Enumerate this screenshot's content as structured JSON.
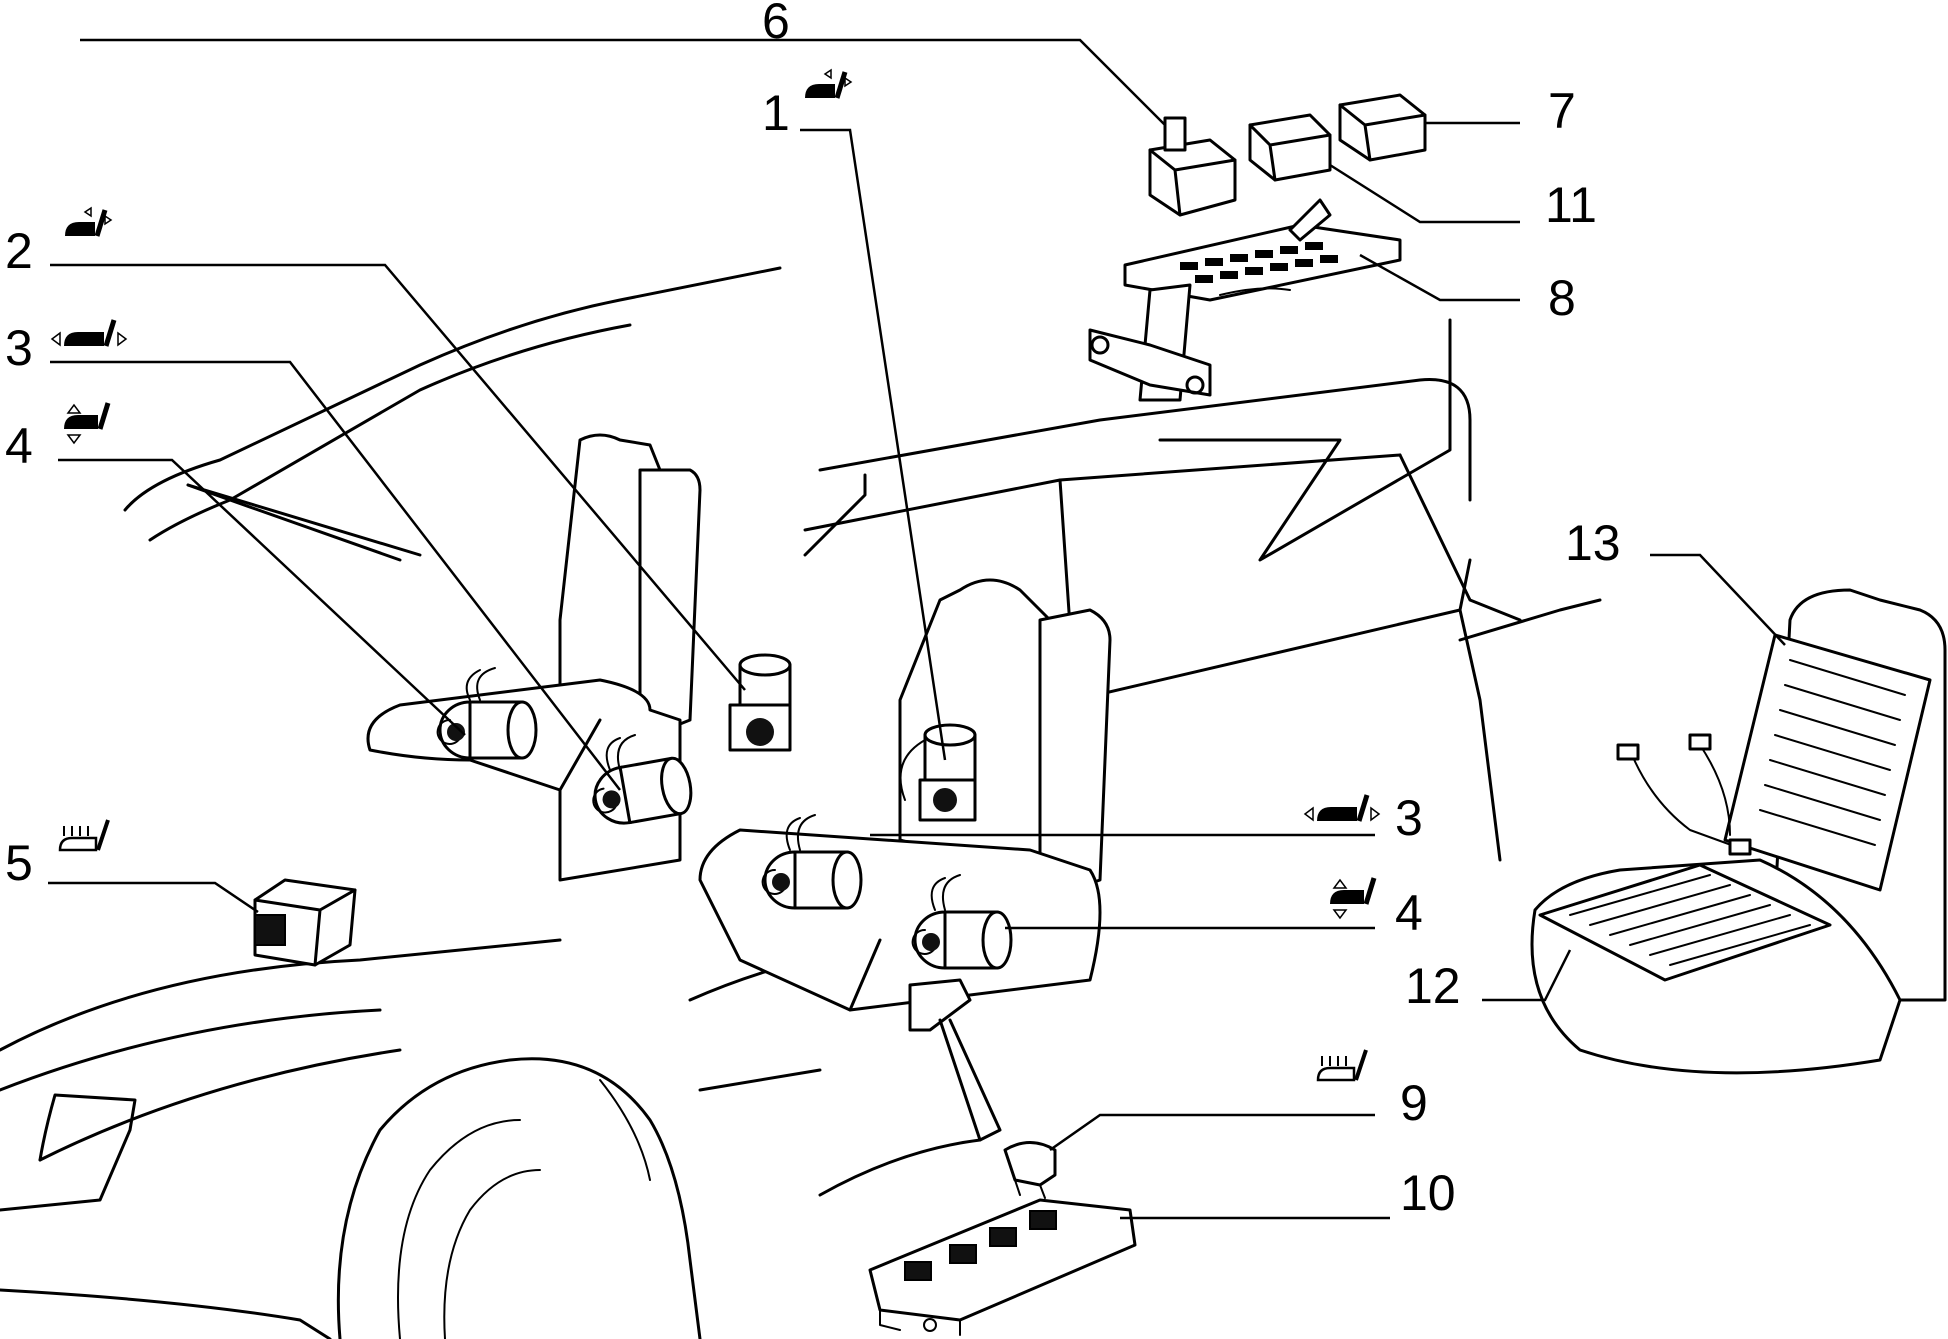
{
  "callouts": [
    {
      "id": "c1",
      "label": "1",
      "icon": "seat-backrest-tilt-icon"
    },
    {
      "id": "c2",
      "label": "2",
      "icon": "seat-backrest-tilt-icon"
    },
    {
      "id": "c3a",
      "label": "3",
      "icon": "seat-slide-fore-aft-icon"
    },
    {
      "id": "c3b",
      "label": "3",
      "icon": "seat-slide-fore-aft-icon"
    },
    {
      "id": "c4a",
      "label": "4",
      "icon": "seat-height-up-down-icon"
    },
    {
      "id": "c4b",
      "label": "4",
      "icon": "seat-height-up-down-icon"
    },
    {
      "id": "c5",
      "label": "5",
      "icon": "seat-heater-icon"
    },
    {
      "id": "c6",
      "label": "6",
      "icon": ""
    },
    {
      "id": "c7",
      "label": "7",
      "icon": ""
    },
    {
      "id": "c8",
      "label": "8",
      "icon": ""
    },
    {
      "id": "c9",
      "label": "9",
      "icon": "seat-heater-icon"
    },
    {
      "id": "c10",
      "label": "10",
      "icon": ""
    },
    {
      "id": "c11",
      "label": "11",
      "icon": ""
    },
    {
      "id": "c12",
      "label": "12",
      "icon": ""
    },
    {
      "id": "c13",
      "label": "13",
      "icon": ""
    }
  ]
}
